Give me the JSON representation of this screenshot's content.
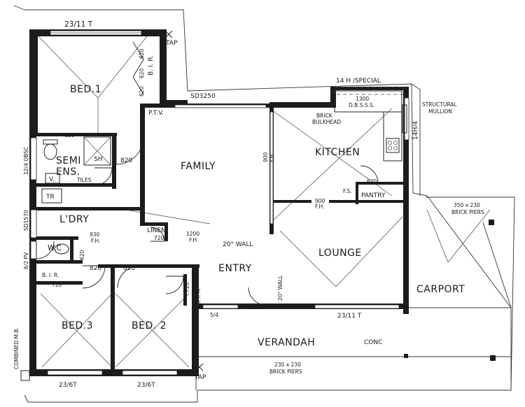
{
  "rooms": {
    "bed1": "BED.1",
    "semi_ens": "SEMI",
    "semi_ens2": "ENS.",
    "family": "FAMILY",
    "kitchen": "KITCHEN",
    "laundry": "L'DRY",
    "lounge": "LOUNGE",
    "entry": "ENTRY",
    "bed2": "BED. 2",
    "bed3": "BED.3",
    "carport": "CARPORT",
    "verandah": "VERANDAH",
    "wc": "W.C",
    "linen": "LINEN",
    "pantry": "PANTRY",
    "tr": "TR",
    "vanity": "V.",
    "shower": "SH"
  },
  "labels": {
    "window_bed1_top": "23/11 T",
    "tap_top": "TAP",
    "bir_bed1": "B. I. R.",
    "bir_bed1_w1": "620",
    "bir_bed1_w2": "620",
    "bir_bed1_w3": "620",
    "sliding_door": "SD3250",
    "hood": "14 H /SPECIAL",
    "dbsss_1": "1300",
    "dbsss_2": "D.B.S.S.S.",
    "brick_bulkhead_1": "BRICK",
    "brick_bulkhead_2": "BULKHEAD",
    "structural_1": "STRUCTURAL",
    "structural_2": "MULLION",
    "window_14h4": "14H/4",
    "ptv": "P.T.V.",
    "door_620_ens": "620",
    "door_820_ens": "820",
    "window_12_4_obsc": "12/4 OBSC",
    "tiles": "TILES",
    "fh_900_top_1": "900",
    "fh_900_top_2": "F.H.",
    "pantry_620": "620",
    "fs": "F.S.",
    "brick_piers_right_1": "350 x 230",
    "brick_piers_right_2": "BRICK PIERS",
    "sd1570": "SD1570",
    "fh_930_1": "930",
    "fh_930_2": "F.H.",
    "fh_900_mid_1": "900",
    "fh_900_mid_2": "F.H.",
    "fh_1200_1": "1200",
    "fh_1200_2": "F.H",
    "linen_720": "720",
    "wall_20c_1": "20° WALL",
    "wall_20c_2": "20° WALL",
    "window_6_2pv": "6/2 PV",
    "wc_620": "620",
    "door_820_a": "820",
    "door_820_b": "820",
    "door_820_entry": "820",
    "bir_bed3_1": "B. I. R.",
    "bir_bed3_2": "720",
    "bir_bed2_1": "720",
    "bir_bed2_2": "B. I. R.",
    "window_5_4": "5/4",
    "window_lounge": "23/11 T",
    "verandah_conc": "CONC",
    "brick_piers_bottom_1": "230 x 230",
    "brick_piers_bottom_2": "BRICK PIERS",
    "combined_mb": "COMBINED M.B.",
    "window_bed3": "23/6T",
    "window_bed2": "23/6T",
    "tap_bottom": "TAP"
  }
}
